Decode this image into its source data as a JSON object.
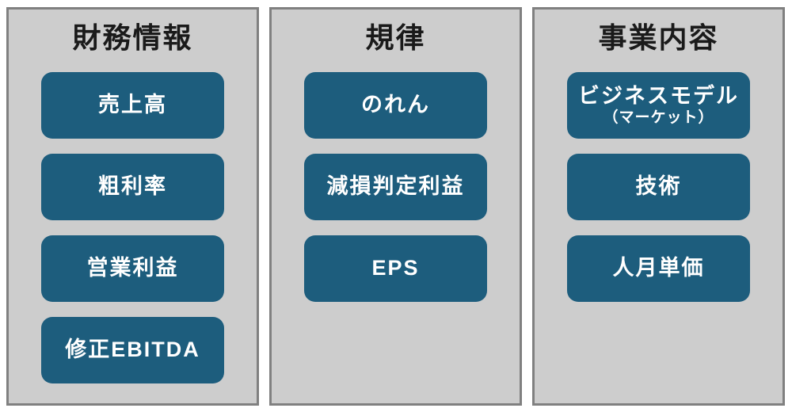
{
  "colors": {
    "page_background": "#ffffff",
    "panel_background": "#cdcdcd",
    "panel_border": "#808080",
    "box_background": "#1d5d7d",
    "box_text": "#ffffff",
    "title_text": "#1a1a1a"
  },
  "columns": [
    {
      "id": "financial-info",
      "title": "財務情報",
      "items": [
        {
          "label": "売上高"
        },
        {
          "label": "粗利率"
        },
        {
          "label": "営業利益"
        },
        {
          "label": "修正EBITDA"
        }
      ]
    },
    {
      "id": "discipline",
      "title": "規律",
      "items": [
        {
          "label": "のれん"
        },
        {
          "label": "減損判定利益"
        },
        {
          "label": "EPS"
        }
      ]
    },
    {
      "id": "business-content",
      "title": "事業内容",
      "items": [
        {
          "label": "ビジネスモデル",
          "sublabel": "（マーケット）"
        },
        {
          "label": "技術"
        },
        {
          "label": "人月単価"
        }
      ]
    }
  ]
}
